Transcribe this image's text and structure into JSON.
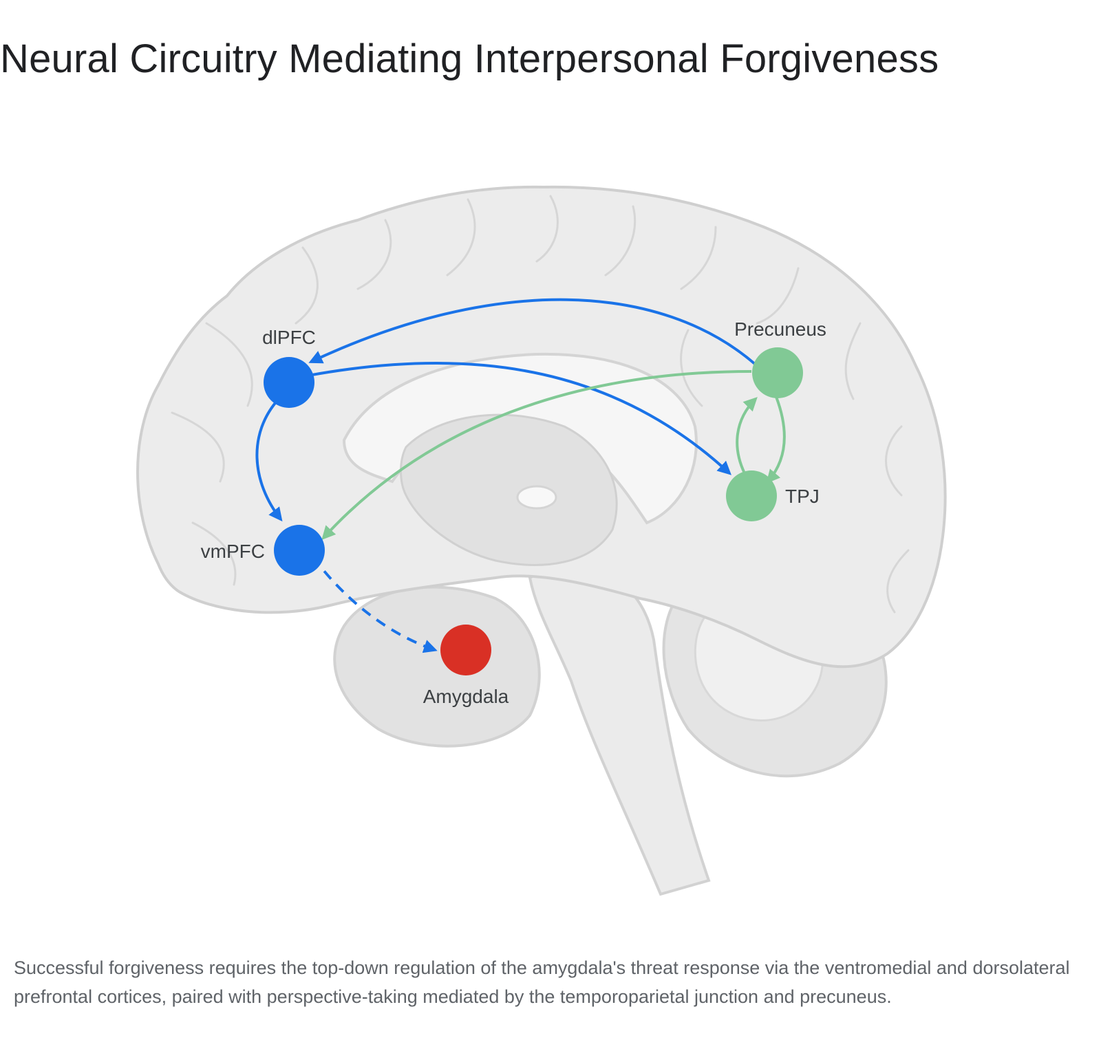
{
  "title": "Neural Circuitry Mediating Interpersonal Forgiveness",
  "caption": "Successful forgiveness requires the top-down regulation of the amygdala's threat response via the ventromedial and dorsolateral prefrontal cortices, paired with perspective-taking mediated by the temporoparietal junction and precuneus.",
  "regions": {
    "dlpfc": {
      "label": "dlPFC",
      "color": "#1a73e8"
    },
    "vmpfc": {
      "label": "vmPFC",
      "color": "#1a73e8"
    },
    "precuneus": {
      "label": "Precuneus",
      "color": "#81c995"
    },
    "tpj": {
      "label": "TPJ",
      "color": "#81c995"
    },
    "amygdala": {
      "label": "Amygdala",
      "color": "#d93025"
    }
  },
  "connections": [
    {
      "from": "Precuneus",
      "to": "dlPFC",
      "style": "solid",
      "color": "#1a73e8"
    },
    {
      "from": "dlPFC",
      "to": "TPJ",
      "style": "solid",
      "color": "#1a73e8"
    },
    {
      "from": "dlPFC",
      "to": "vmPFC",
      "style": "solid",
      "color": "#1a73e8"
    },
    {
      "from": "vmPFC",
      "to": "Amygdala",
      "style": "dashed",
      "color": "#1a73e8"
    },
    {
      "from": "Precuneus",
      "to": "vmPFC",
      "style": "solid",
      "color": "#81c995"
    },
    {
      "from": "Precuneus",
      "to": "TPJ",
      "style": "solid",
      "color": "#81c995"
    },
    {
      "from": "TPJ",
      "to": "Precuneus",
      "style": "solid",
      "color": "#81c995"
    }
  ]
}
